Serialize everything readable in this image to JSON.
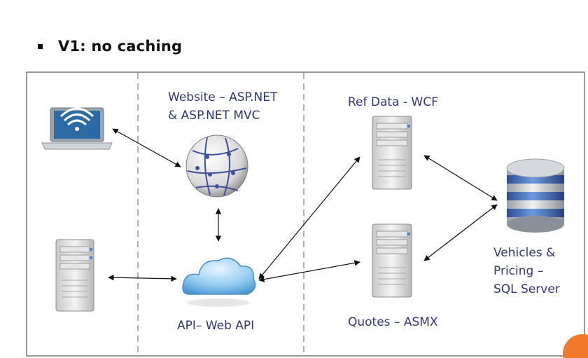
{
  "slide": {
    "bullet_title": "V1: no caching"
  },
  "diagram": {
    "labels": {
      "website_line1": "Website – ASP.NET",
      "website_line2": "& ASP.NET MVC",
      "refdata": "Ref Data - WCF",
      "api": "API– Web API",
      "quotes": "Quotes – ASMX",
      "sql_line1": "Vehicles &",
      "sql_line2": "Pricing –",
      "sql_line3": "SQL Server"
    },
    "icons": [
      "laptop-wifi-icon",
      "globe-network-icon",
      "cloud-icon",
      "client-server-icon",
      "refdata-server-icon",
      "quotes-server-icon",
      "database-icon"
    ],
    "colors": {
      "label_text": "#2f3a6e",
      "border": "#555555",
      "divider": "#b0b0b0"
    }
  }
}
